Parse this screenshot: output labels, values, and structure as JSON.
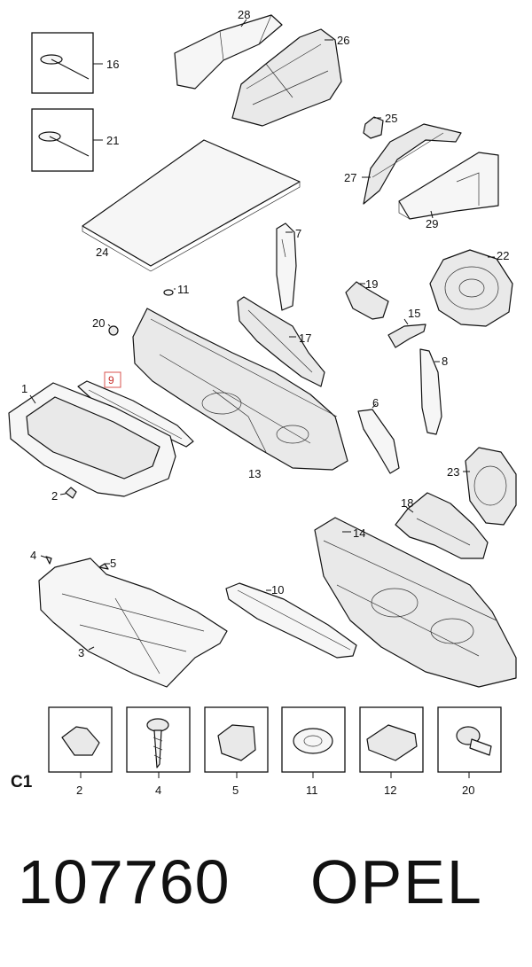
{
  "callouts": {
    "c28": "28",
    "c26": "26",
    "c16": "16",
    "c21": "21",
    "c25": "25",
    "c27": "27",
    "c29": "29",
    "c24": "24",
    "c7": "7",
    "c22": "22",
    "c11": "11",
    "c19": "19",
    "c20": "20",
    "c15": "15",
    "c17": "17",
    "c8": "8",
    "c9": "9",
    "c1": "1",
    "c6": "6",
    "c13": "13",
    "c23": "23",
    "c2": "2",
    "c18": "18",
    "c14": "14",
    "c4": "4",
    "c5": "5",
    "c10": "10",
    "c3": "3"
  },
  "fasteners": [
    {
      "label": "2"
    },
    {
      "label": "4"
    },
    {
      "label": "5"
    },
    {
      "label": "11"
    },
    {
      "label": "12"
    },
    {
      "label": "20"
    }
  ],
  "section_code": "C1",
  "part_number": "107760",
  "brand": "OPEL",
  "highlight_color": "#d9534f"
}
